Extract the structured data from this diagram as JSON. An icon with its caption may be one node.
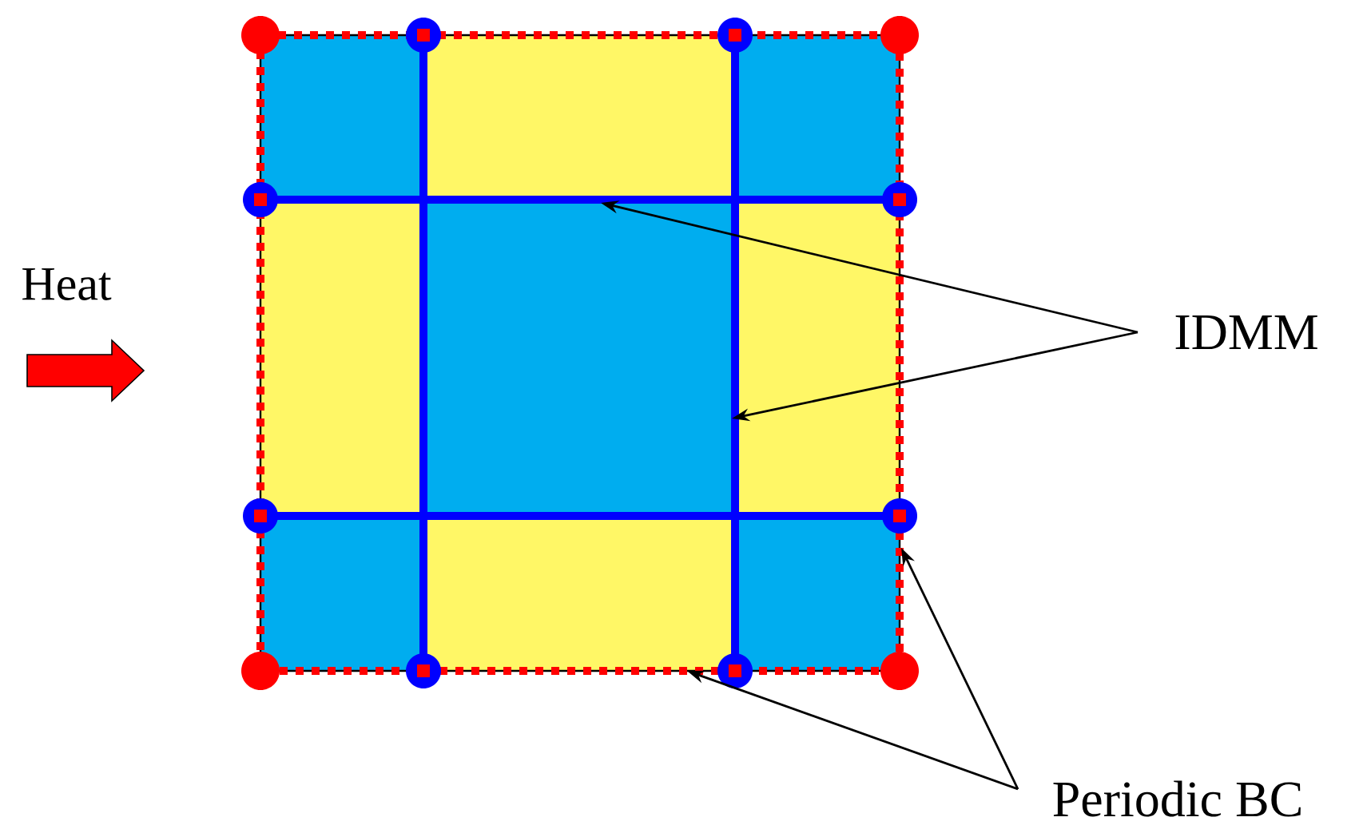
{
  "diagram": {
    "nodes": [
      {
        "text": [
          "IDMM"
        ]
      },
      {
        "text": [
          "Periodic BC"
        ]
      }
    ],
    "edges": [
      {
        "from": 0,
        "to": null,
        "arrow": "to"
      },
      {
        "from": 0,
        "to": null,
        "arrow": "to"
      },
      {
        "from": 1,
        "to": null,
        "arrow": "to"
      },
      {
        "from": 1,
        "to": null,
        "arrow": "to"
      }
    ],
    "labels": [
      "Heat"
    ]
  }
}
